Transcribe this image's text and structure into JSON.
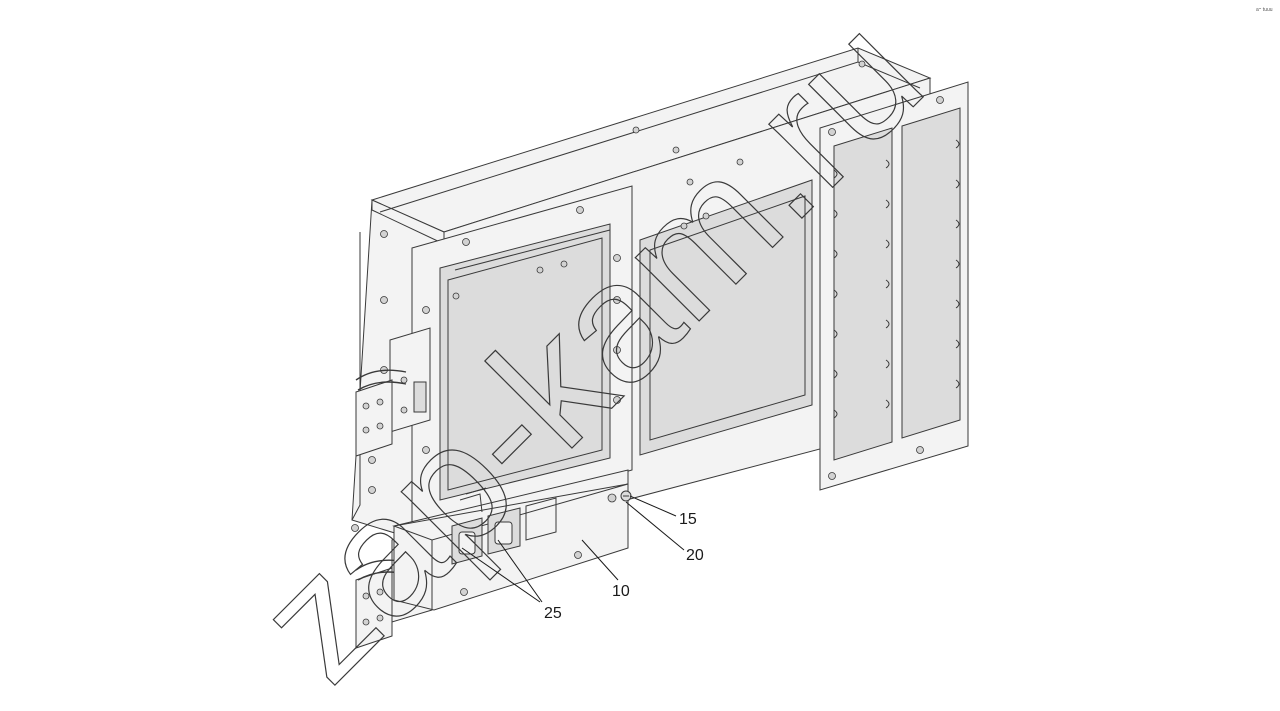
{
  "corner_tag": "a⁼ tuuu",
  "watermark": "zap-kam.ru",
  "callouts": [
    {
      "id": "15",
      "label": "15"
    },
    {
      "id": "20",
      "label": "20"
    },
    {
      "id": "10",
      "label": "10"
    },
    {
      "id": "25",
      "label": "25"
    }
  ],
  "colors": {
    "line": "#3a3a3a",
    "panel": "#f3f3f3",
    "text": "#1a1a1a"
  }
}
